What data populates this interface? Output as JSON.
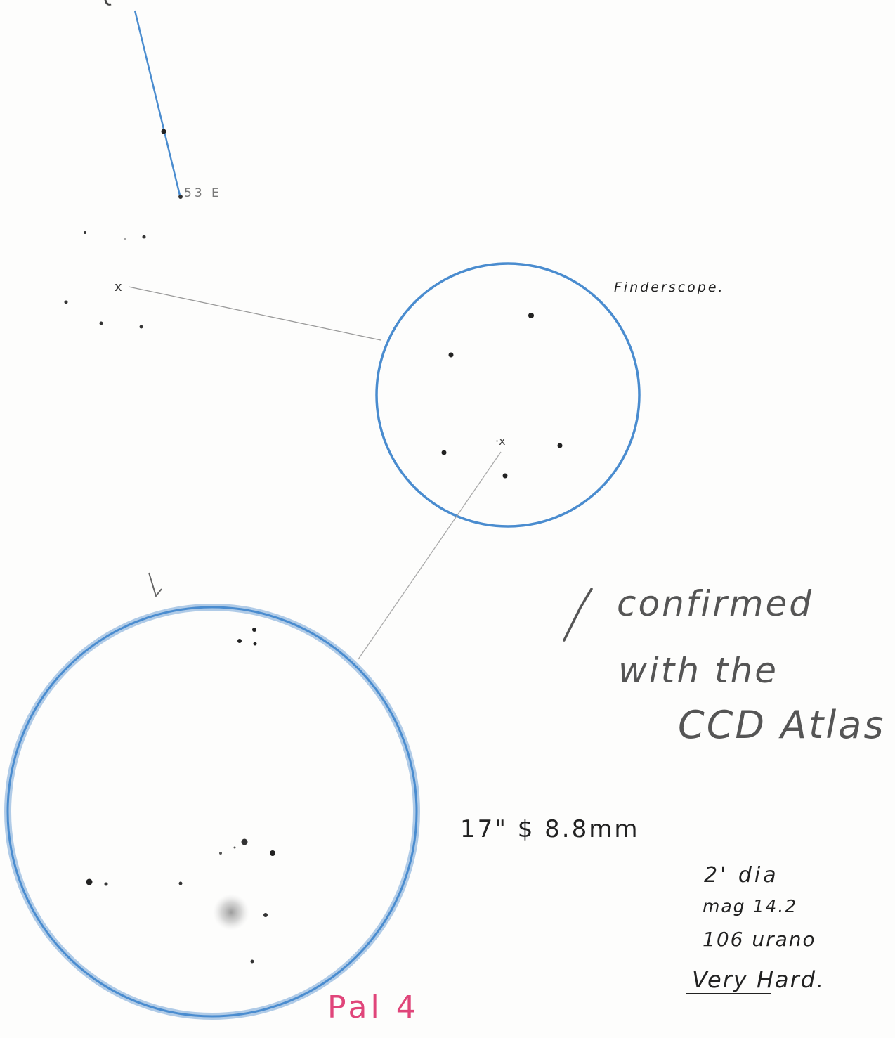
{
  "colors": {
    "paper": "#fdfdfc",
    "pencil_blue": "#4a8ccf",
    "graphite": "#222222",
    "title_pink": "#e0457a"
  },
  "labels": {
    "star_53e": "53 E",
    "finderscope": "Finderscope.",
    "confirmed_line1": "confirmed",
    "confirmed_line2": "with the",
    "confirmed_line3": "CCD Atlas",
    "scope": "17\" $ 8.8mm",
    "dia": "2' dia",
    "mag": "mag 14.2",
    "urano": "106 urano",
    "difficulty": "Very Hard.",
    "object": "Pal 4"
  },
  "icons": {
    "check": "check-mark-icon",
    "pointer": "arrow-tick-icon"
  }
}
